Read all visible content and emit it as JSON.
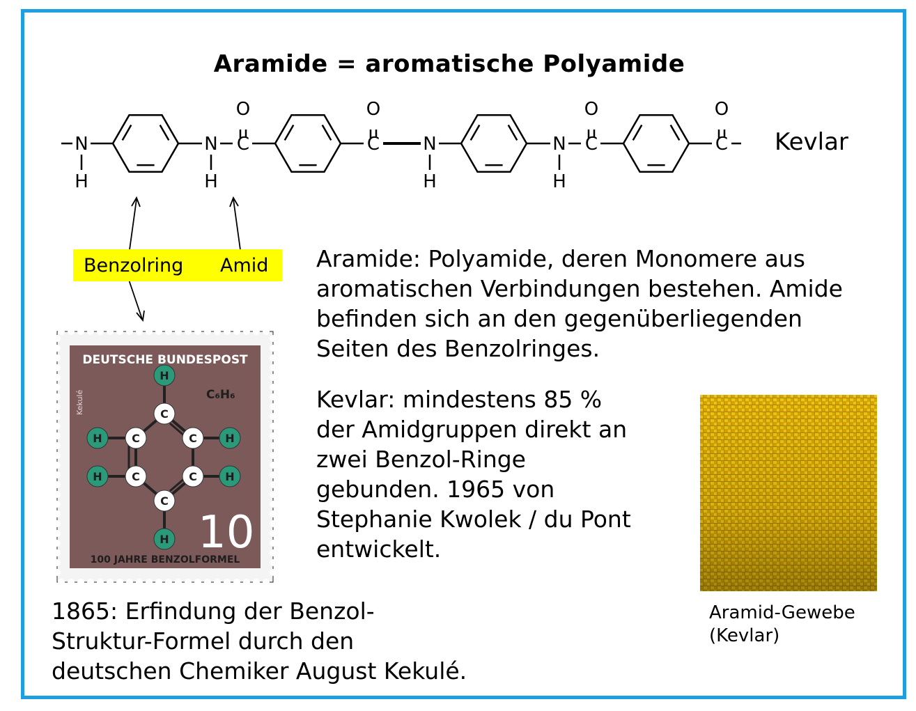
{
  "title": "Aramide = aromatische Polyamide",
  "structure": {
    "compound_label": "Kevlar",
    "atoms": {
      "n": "N",
      "h": "H",
      "c": "C",
      "o": "O"
    }
  },
  "labels": {
    "benzolring": "Benzolring",
    "amid": "Amid"
  },
  "paragraphs": {
    "aramide": "Aramide: Polyamide, deren Monomere aus\naromatischen Verbindungen bestehen. Amide\nbefinden sich an den gegenüberliegenden\nSeiten des Benzolringes.",
    "kevlar": "Kevlar: mindestens 85 %\nder Amidgruppen direkt an\nzwei Benzol-Ringe\ngebunden. 1965 von\nStephanie Kwolek / du Pont\nentwickelt.",
    "kekule": "1865: Erfindung der Benzol-\nStruktur-Formel durch den\ndeutschen Chemiker August Kekulé."
  },
  "stamp": {
    "header": "DEUTSCHE BUNDESPOST",
    "side": "Kekulé",
    "formula": "C₆H₆",
    "value": "10",
    "footer": "100 JAHRE BENZOLFORMEL",
    "atom_c": "C",
    "atom_h": "H",
    "colors": {
      "background": "#7d5a5a",
      "h_atom": "#2a9a7a",
      "c_atom": "#ffffff"
    }
  },
  "fabric": {
    "caption": "Aramid-Gewebe\n(Kevlar)",
    "color": "#e8b400"
  },
  "colors": {
    "frame": "#1ea0e0",
    "highlight": "#ffff00"
  }
}
